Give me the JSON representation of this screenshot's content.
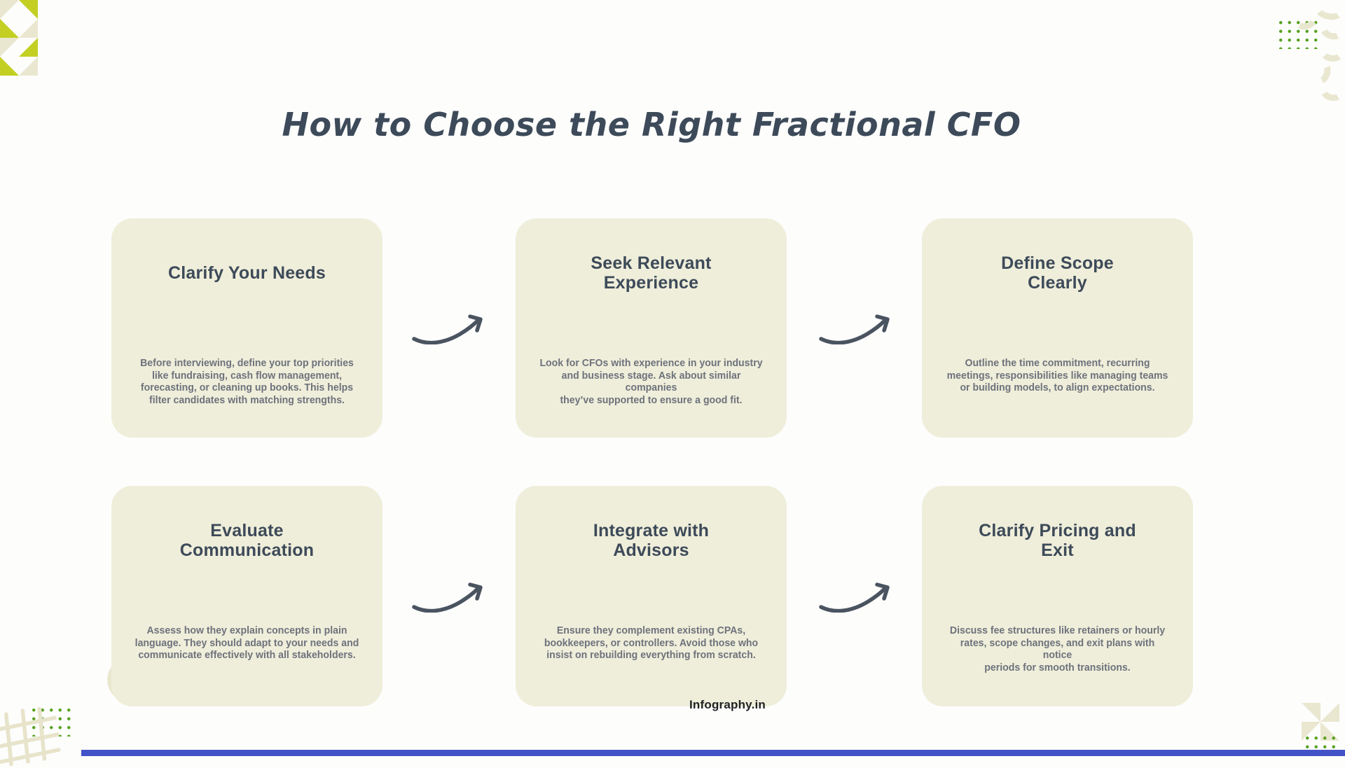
{
  "page": {
    "title": "How to Choose the Right Fractional CFO",
    "watermark": "Infography.in"
  },
  "colors": {
    "background": "#fdfdfc",
    "card_bg": "#efeeda",
    "heading": "#3d4a59",
    "body_text": "#6e727c",
    "arrow": "#4a5460",
    "lime": "#c3cf22",
    "deco_cream": "#eae7d0",
    "dot_green": "#57a11f",
    "bottom_bar": "#4253c7",
    "watermark": "#1f2124"
  },
  "decorations": {
    "top_left": "pinwheel-triangles",
    "top_right": "dot-grid-and-crescents",
    "bottom_left": "dot-grid-blob-and-sketch-grid",
    "bottom_right": "pinwheel-and-dot-grid",
    "bottom_edge": "accent-bar"
  },
  "cards": [
    {
      "title": "Clarify Your Needs",
      "body": "Before interviewing, define your top priorities\nlike fundraising, cash flow management,\nforecasting, or cleaning up books. This helps\nfilter candidates with matching strengths."
    },
    {
      "title": "Seek Relevant\nExperience",
      "body": "Look for CFOs with experience in your industry\nand business stage. Ask about similar companies\nthey’ve supported to ensure a good fit."
    },
    {
      "title": "Define Scope\nClearly",
      "body": "Outline the time commitment, recurring\nmeetings, responsibilities like managing teams\nor building models, to align expectations."
    },
    {
      "title": "Evaluate\nCommunication",
      "body": "Assess how they explain concepts in plain\nlanguage. They should adapt to your needs and\ncommunicate effectively with all stakeholders."
    },
    {
      "title": "Integrate with\nAdvisors",
      "body": "Ensure they complement existing CPAs,\nbookkeepers, or controllers. Avoid those who\ninsist on rebuilding everything from scratch."
    },
    {
      "title": "Clarify Pricing and\nExit",
      "body": "Discuss fee structures like retainers or hourly\nrates, scope changes, and exit plans with notice\nperiods for smooth transitions."
    }
  ]
}
